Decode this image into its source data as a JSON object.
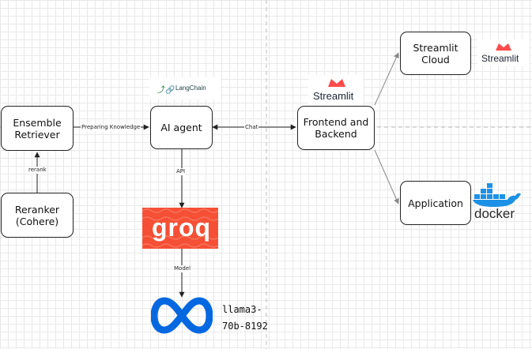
{
  "nodes": {
    "ensemble_retriever": "Ensemble\nRetriever",
    "reranker": "Reranker\n(Cohere)",
    "ai_agent": "AI agent",
    "frontend_backend": "Frontend and\nBackend",
    "streamlit_cloud": "Streamlit\nCloud",
    "application": "Application"
  },
  "edges": {
    "rerank": "rerank",
    "preparing_knowledge": "Preparing Knowledge",
    "chat": "Chat",
    "api": "API",
    "model": "Model"
  },
  "logos": {
    "langchain": "LangChain",
    "streamlit": "Streamlit",
    "streamlit_small": "Streamlit",
    "groq": "groq",
    "docker": "docker",
    "llama": "llama3-\n70b-8192"
  },
  "colors": {
    "groq_bg": "#f55036",
    "streamlit_red": "#ff4b4b",
    "docker_blue": "#1d91e6",
    "meta_blue": "#0668e1"
  }
}
